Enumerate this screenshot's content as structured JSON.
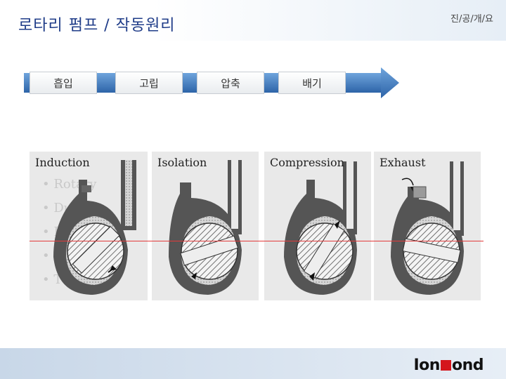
{
  "header": {
    "title": "로타리 펌프 / 작동원리",
    "corner_text": "진/공/개/요"
  },
  "steps": [
    {
      "label": "흡입"
    },
    {
      "label": "고립"
    },
    {
      "label": "압축"
    },
    {
      "label": "배기"
    }
  ],
  "panels": [
    {
      "label": "Induction"
    },
    {
      "label": "Isolation"
    },
    {
      "label": "Compression"
    },
    {
      "label": "Exhaust"
    }
  ],
  "footer": {
    "logo_left": "Ion",
    "logo_right": "ond"
  },
  "colors": {
    "title": "#1f3c88",
    "arrow": "#3a76b8",
    "red_line": "#e23a3a",
    "logo_mark": "#d4161c"
  }
}
